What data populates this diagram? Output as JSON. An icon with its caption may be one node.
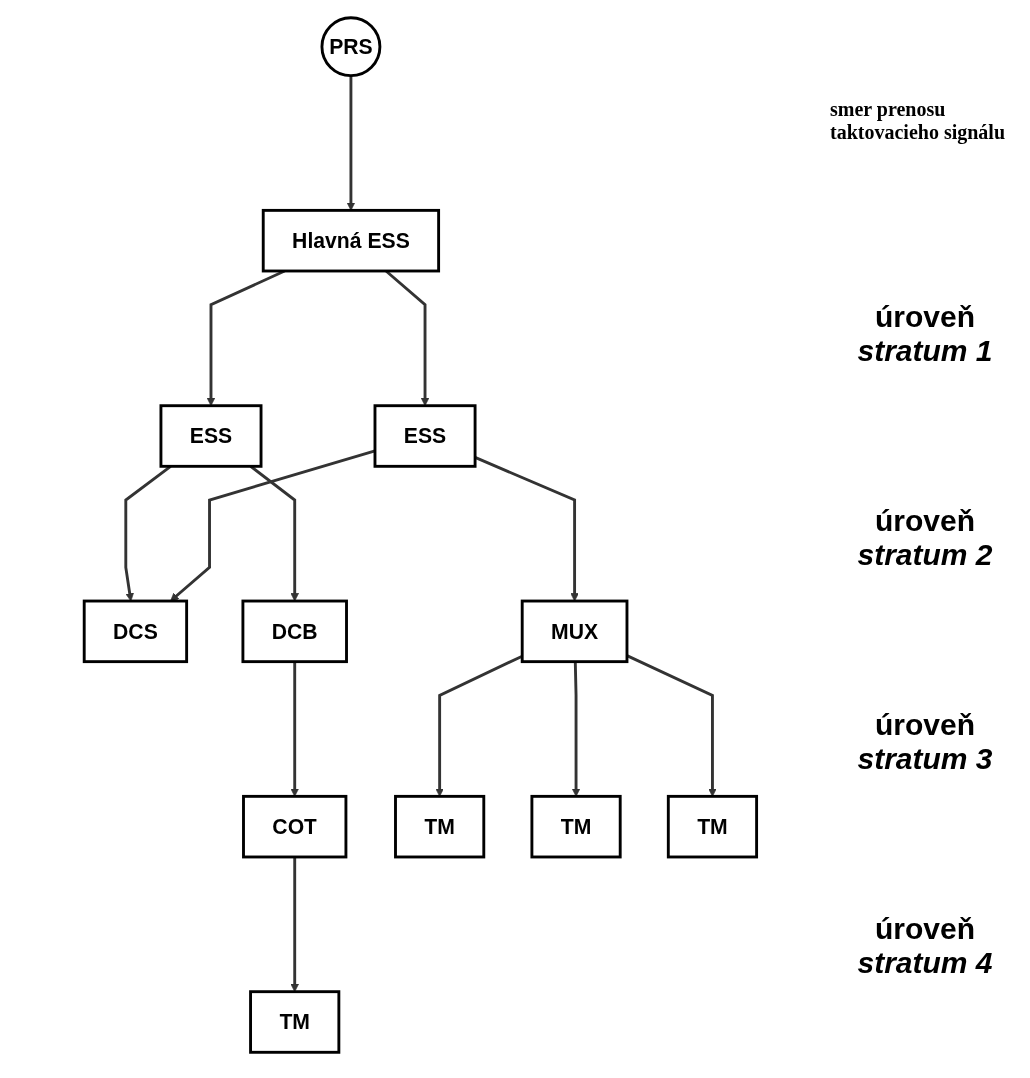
{
  "diagram": {
    "nodes": [
      {
        "text": [
          "PRS"
        ]
      },
      {
        "text": [
          "Hlavná ESS"
        ]
      },
      {
        "text": [
          "ESS"
        ]
      },
      {
        "text": [
          "DCS"
        ]
      },
      {
        "text": [
          "ESS"
        ]
      },
      {
        "text": [
          "DCB"
        ]
      },
      {
        "text": [
          "COT"
        ]
      },
      {
        "text": [
          "TM"
        ]
      },
      {
        "text": [
          "MUX"
        ]
      },
      {
        "text": [
          "TM"
        ]
      },
      {
        "text": [
          "TM"
        ]
      },
      {
        "text": [
          "TM"
        ]
      }
    ],
    "edges": [
      {
        "from": 0,
        "to": 1,
        "arrow": "to"
      },
      {
        "from": 1,
        "to": 2,
        "arrow": "to"
      },
      {
        "from": 1,
        "to": 4,
        "arrow": "to"
      },
      {
        "from": 2,
        "to": 3,
        "arrow": "to"
      },
      {
        "from": 4,
        "to": 3,
        "arrow": "to"
      },
      {
        "from": 2,
        "to": 5,
        "arrow": "to"
      },
      {
        "from": 4,
        "to": 8,
        "arrow": "to"
      },
      {
        "from": 5,
        "to": 6,
        "arrow": "to"
      },
      {
        "from": 8,
        "to": 7,
        "arrow": "to"
      },
      {
        "from": 6,
        "to": 9,
        "arrow": "to"
      },
      {
        "from": 8,
        "to": 10,
        "arrow": "to"
      },
      {
        "from": 8,
        "to": 11,
        "arrow": "to"
      }
    ],
    "labels": [
      "smer prenosu taktovacieho signálu",
      "úroveň",
      "stratum 1",
      "úroveň",
      "stratum 2",
      "úroveň",
      "stratum 3",
      "úroveň",
      "stratum 4"
    ]
  }
}
